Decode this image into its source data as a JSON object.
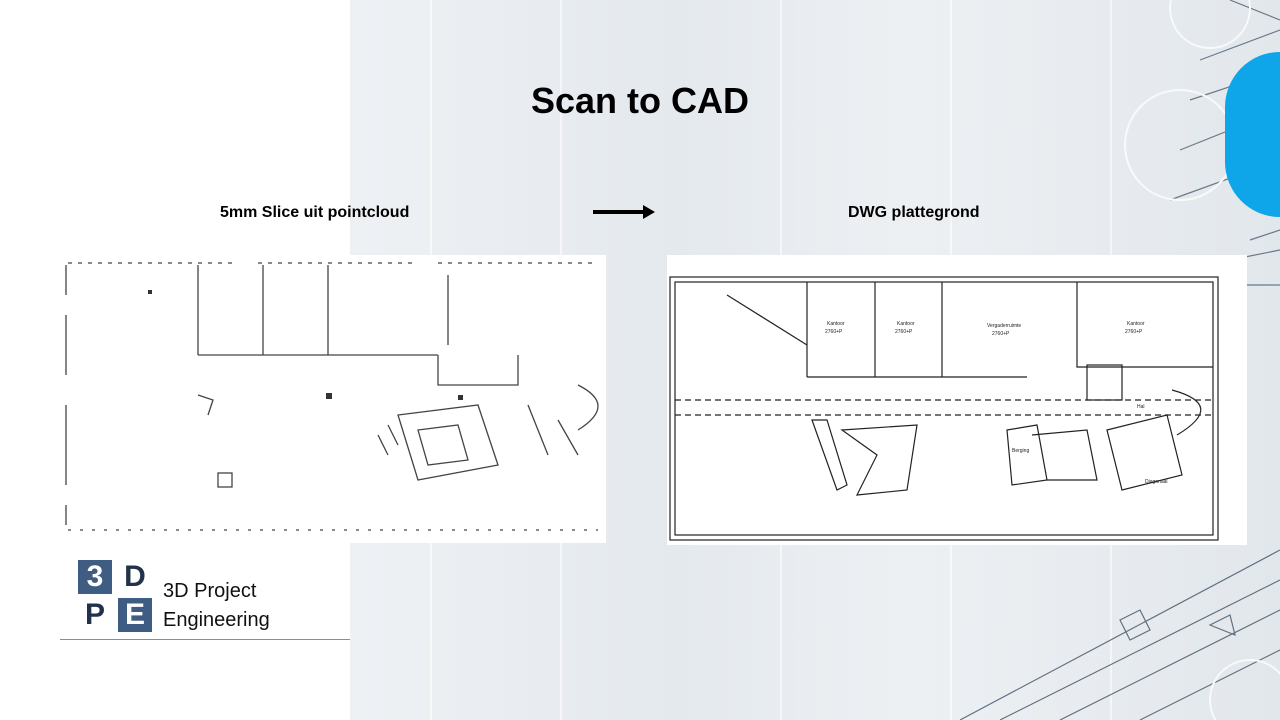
{
  "slide": {
    "title": "Scan to CAD",
    "left_caption": "5mm Slice uit pointcloud",
    "right_caption": "DWG plattegrond"
  },
  "logo": {
    "letters": [
      "3",
      "D",
      "P",
      "E"
    ],
    "line1": "3D Project",
    "line2": "Engineering"
  },
  "colors": {
    "accent": "#0ea5e9",
    "logo_blue": "#3f5c82",
    "logo_dark": "#22324a"
  },
  "icons": {
    "arrow": "arrow-right-icon"
  },
  "floorplan": {
    "room_labels": [
      "Kantoor",
      "Kantoor",
      "Vergaderruimte",
      "Kantoor",
      "Hal",
      "Berging",
      "Diagonaal"
    ],
    "dimension_text": [
      "2760+P",
      "2760+P",
      "2760+P",
      "2760+P"
    ]
  }
}
